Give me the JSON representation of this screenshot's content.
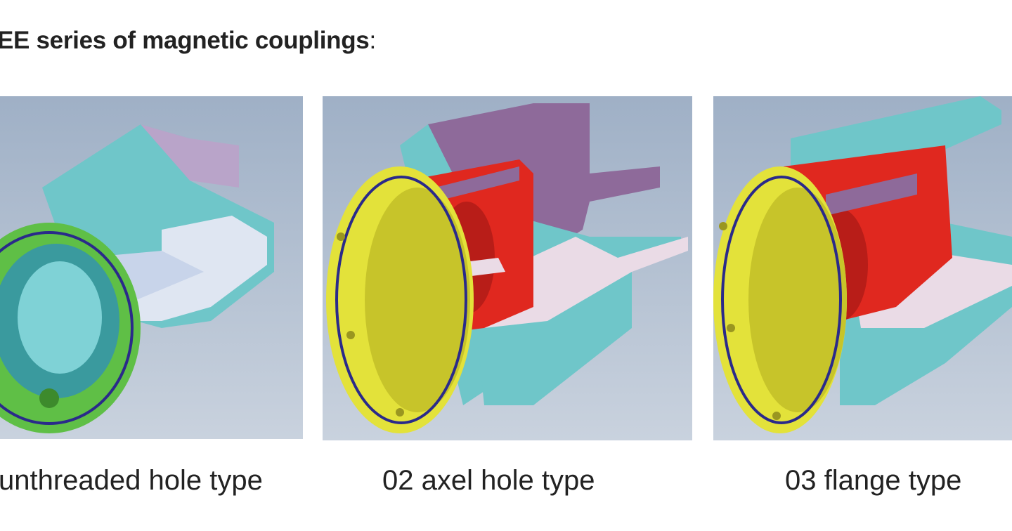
{
  "heading": {
    "text": "EE series of magnetic couplings",
    "suffix": ":"
  },
  "figures": [
    {
      "caption": "unthreaded hole type",
      "image": "magnetic-coupling-unthreaded-hole-cutaway"
    },
    {
      "caption": "02 axel hole type",
      "image": "magnetic-coupling-axel-hole-cutaway"
    },
    {
      "caption": "03 flange type",
      "image": "magnetic-coupling-flange-cutaway"
    }
  ],
  "colors": {
    "background_gradient": [
      "#9fb0c6",
      "#c9d2de"
    ],
    "flange_yellow": "#e3e23a",
    "rotor_red": "#e0281f",
    "housing_cyan": "#6fc6c9",
    "hub_purple": "#8e6a9a",
    "shaft_pink": "#eadbe6",
    "flange_green": "#6cc34d"
  }
}
